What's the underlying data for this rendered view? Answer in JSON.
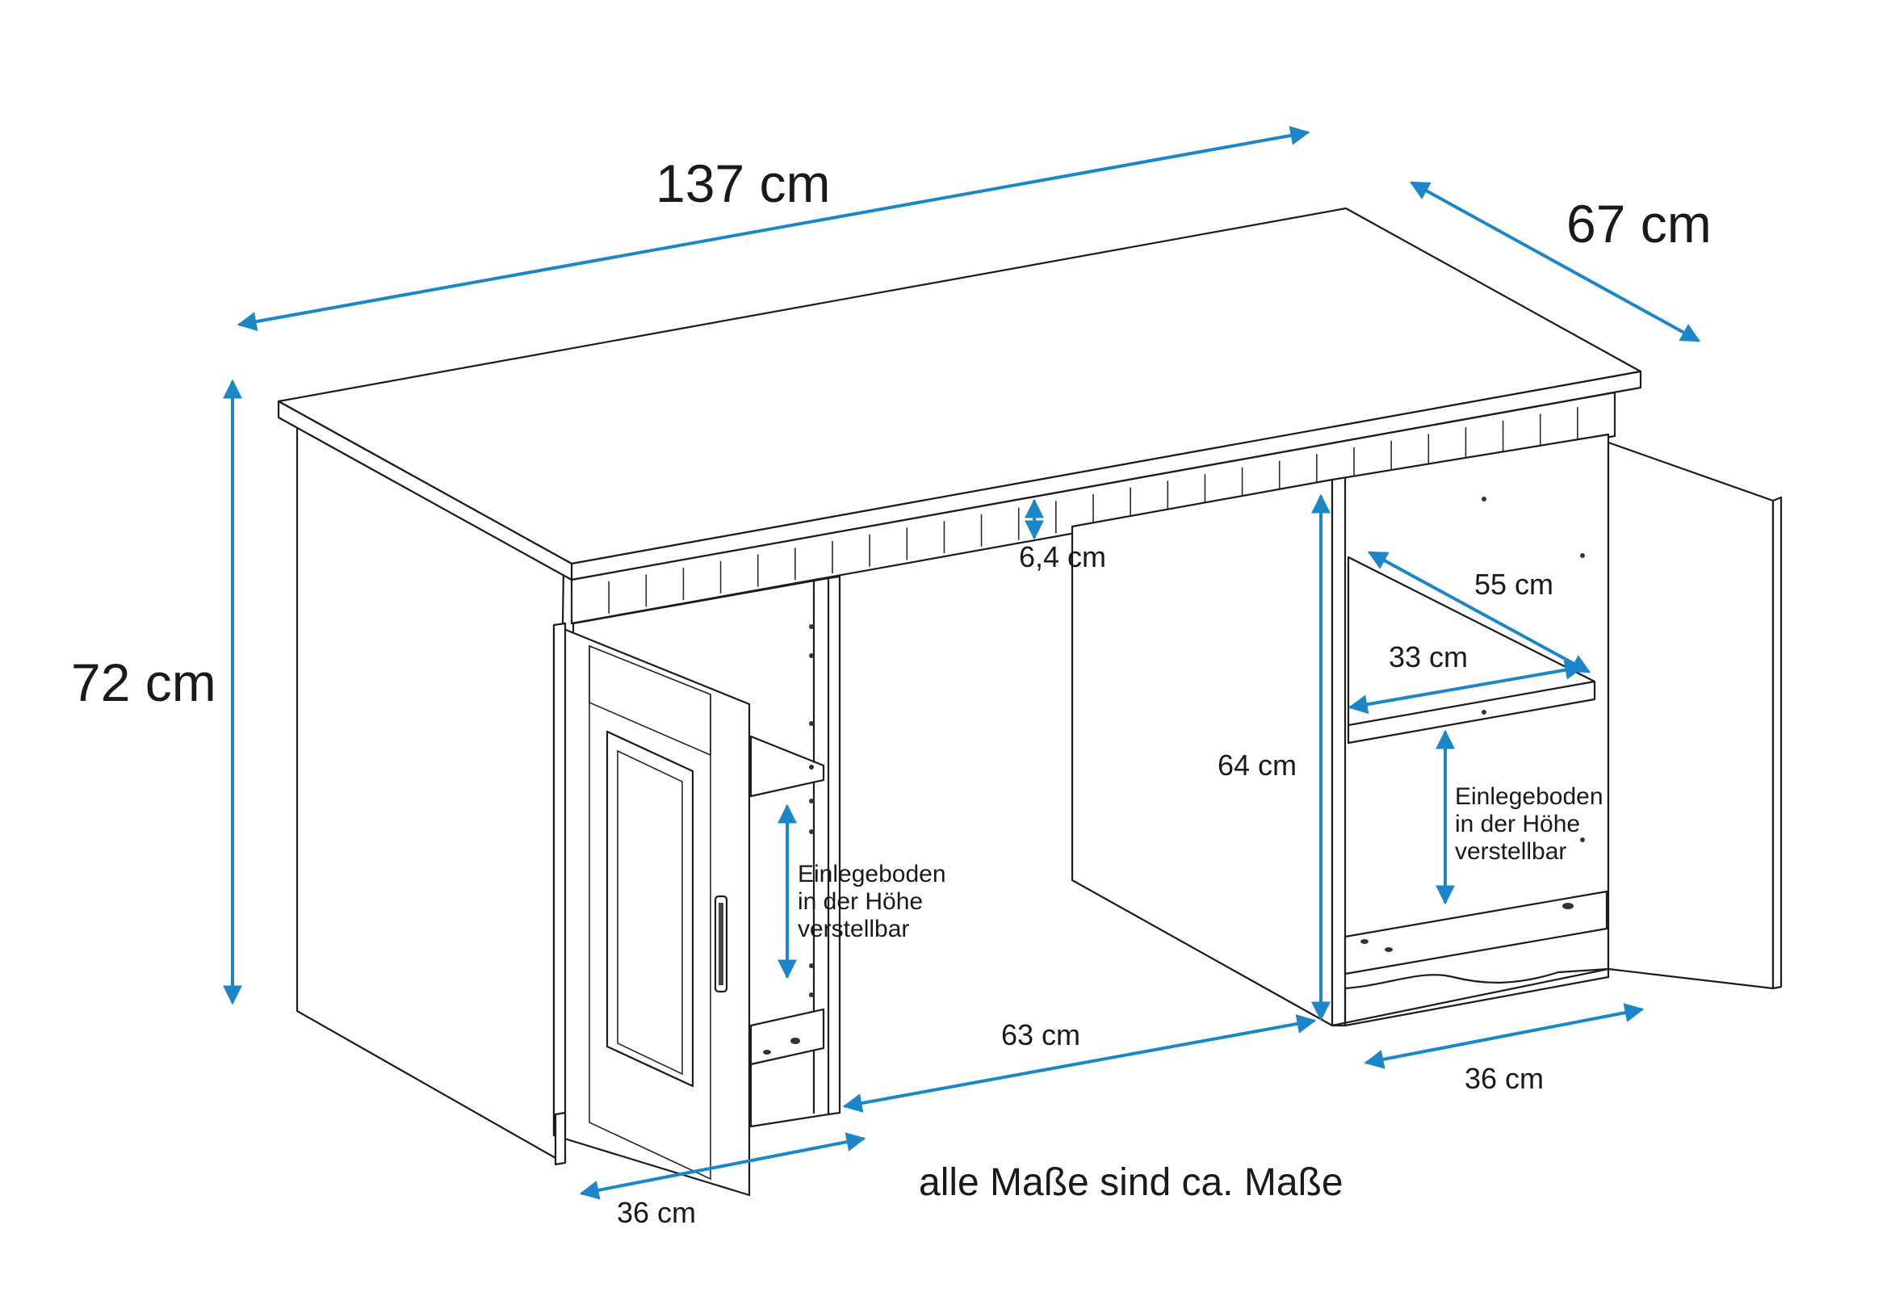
{
  "colors": {
    "dimension_arrow": "#1b87c9",
    "outline": "#1c1c1c",
    "background": "#ffffff"
  },
  "dimensions": {
    "width": "137 cm",
    "depth": "67 cm",
    "height": "72 cm",
    "apron_height": "6,4 cm",
    "right_shelf_depth": "55 cm",
    "right_shelf_width": "33 cm",
    "knee_height": "64 cm",
    "knee_width": "63 cm",
    "right_cabinet_width": "36 cm",
    "left_cabinet_width": "36 cm"
  },
  "shelf_note_left": [
    "Einlegeboden",
    "in der Höhe",
    "verstellbar"
  ],
  "shelf_note_right": [
    "Einlegeboden",
    "in der Höhe",
    "verstellbar"
  ],
  "footnote": "alle Maße sind ca. Maße"
}
